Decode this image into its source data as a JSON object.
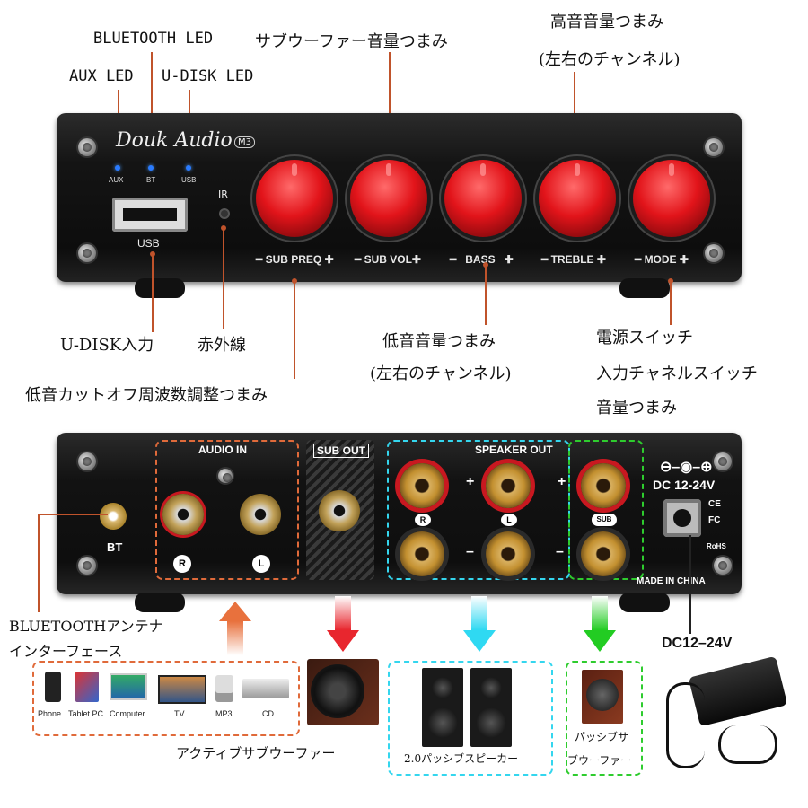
{
  "callouts": {
    "bluetooth_led": "BLUETOOTH LED",
    "aux_led": "AUX LED",
    "udisk_led": "U-DISK LED",
    "sub_volume_knob": "サブウーファー音量つまみ",
    "treble_knob_line1": "高音音量つまみ",
    "treble_knob_line2": "(左右のチャンネル)",
    "udisk_input": "U-DISK入力",
    "infrared": "赤外線",
    "bass_knob_line1": "低音音量つまみ",
    "bass_knob_line2": "(左右のチャンネル)",
    "mode_knob_line1": "電源スイッチ",
    "mode_knob_line2": "入力チャネルスイッチ",
    "mode_knob_line3": "音量つまみ",
    "sub_freq_knob": "低音カットオフ周波数調整つまみ",
    "bt_antenna_line1": "BLUETOOTHアンテナ",
    "bt_antenna_line2": "インターフェース",
    "dc_input": "DC12–24V",
    "active_sub": "アクティブサブウーファー",
    "passive_speakers": "2.0パッシブスピーカー",
    "passive_sub_line1": "パッシブサ",
    "passive_sub_line2": "ブウーファー"
  },
  "front_panel": {
    "brand": "Douk Audio",
    "model": "M3",
    "leds": [
      "AUX",
      "BT",
      "USB"
    ],
    "usb_label": "USB",
    "ir_label": "IR",
    "knobs": [
      {
        "label": "SUB PREQ"
      },
      {
        "label": "SUB VOL"
      },
      {
        "label": "BASS"
      },
      {
        "label": "TREBLE"
      },
      {
        "label": "MODE"
      }
    ]
  },
  "rear_panel": {
    "audio_in": "AUDIO IN",
    "sub_out": "SUB OUT",
    "speaker_out": "SPEAKER OUT",
    "bt_label": "BT",
    "rca_r": "R",
    "rca_l": "L",
    "post_r": "R",
    "post_l": "L",
    "post_sub": "SUB",
    "plus": "+",
    "minus": "–",
    "dc_label": "DC 12-24V",
    "ce": "CE",
    "fc": "FC",
    "rohs": "RoHS",
    "made_in": "MADE IN CHINA"
  },
  "sources": [
    "Phone",
    "Tablet PC",
    "Computer",
    "TV",
    "MP3",
    "CD"
  ],
  "colors": {
    "knob_red": "#e2141a",
    "leader": "#c0532b",
    "audio_in_box": "#e06a3a",
    "sub_out_arrow": "#e8262e",
    "speaker_box": "#34d6ee",
    "passive_sub_box": "#2ecc2e",
    "led_blue": "#2a7bff"
  }
}
